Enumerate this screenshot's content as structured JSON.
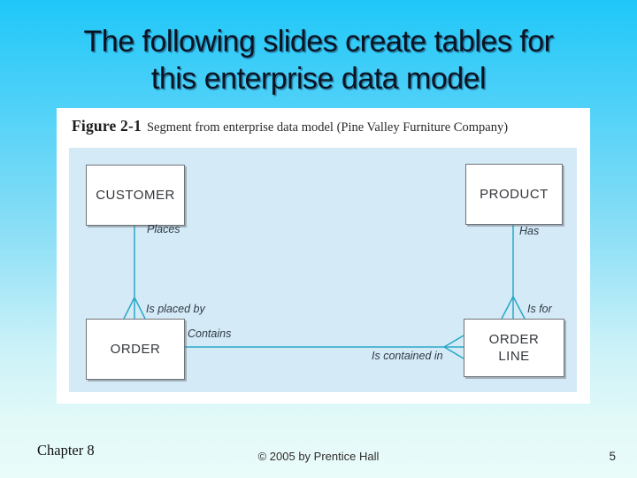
{
  "slide": {
    "title": {
      "line1": "The following slides create tables for",
      "line2": "this enterprise data model"
    },
    "footer": {
      "chapter": "Chapter 8",
      "copyright": "© 2005 by Prentice Hall",
      "page_number": "5"
    }
  },
  "figure": {
    "label": "Figure 2-1",
    "caption": "Segment from enterprise data model (Pine Valley Furniture Company)"
  },
  "diagram": {
    "entities": {
      "customer": "CUSTOMER",
      "product": "PRODUCT",
      "order": "ORDER",
      "order_line": "ORDER LINE"
    },
    "labels": {
      "places": "Places",
      "has": "Has",
      "is_placed_by": "Is placed by",
      "is_for": "Is for",
      "contains": "Contains",
      "is_contained_in": "Is contained in"
    },
    "relationships": [
      {
        "from": "CUSTOMER",
        "to": "ORDER",
        "verb": "Places",
        "inverse": "Is placed by",
        "cardinality_at_order": "many"
      },
      {
        "from": "PRODUCT",
        "to": "ORDER LINE",
        "verb": "Has",
        "inverse": "Is for",
        "cardinality_at_order_line": "many"
      },
      {
        "from": "ORDER",
        "to": "ORDER LINE",
        "verb": "Contains",
        "inverse": "Is contained in",
        "cardinality_at_order_line": "many"
      }
    ]
  },
  "colors": {
    "background_top": "#1fc7f8",
    "background_bottom": "#e9fcfa",
    "panel": "#ffffff",
    "diagram_background": "#d4eaf6",
    "connector": "#2aa7c7",
    "entity_border": "#6f7379",
    "title_text": "#0a1322"
  }
}
